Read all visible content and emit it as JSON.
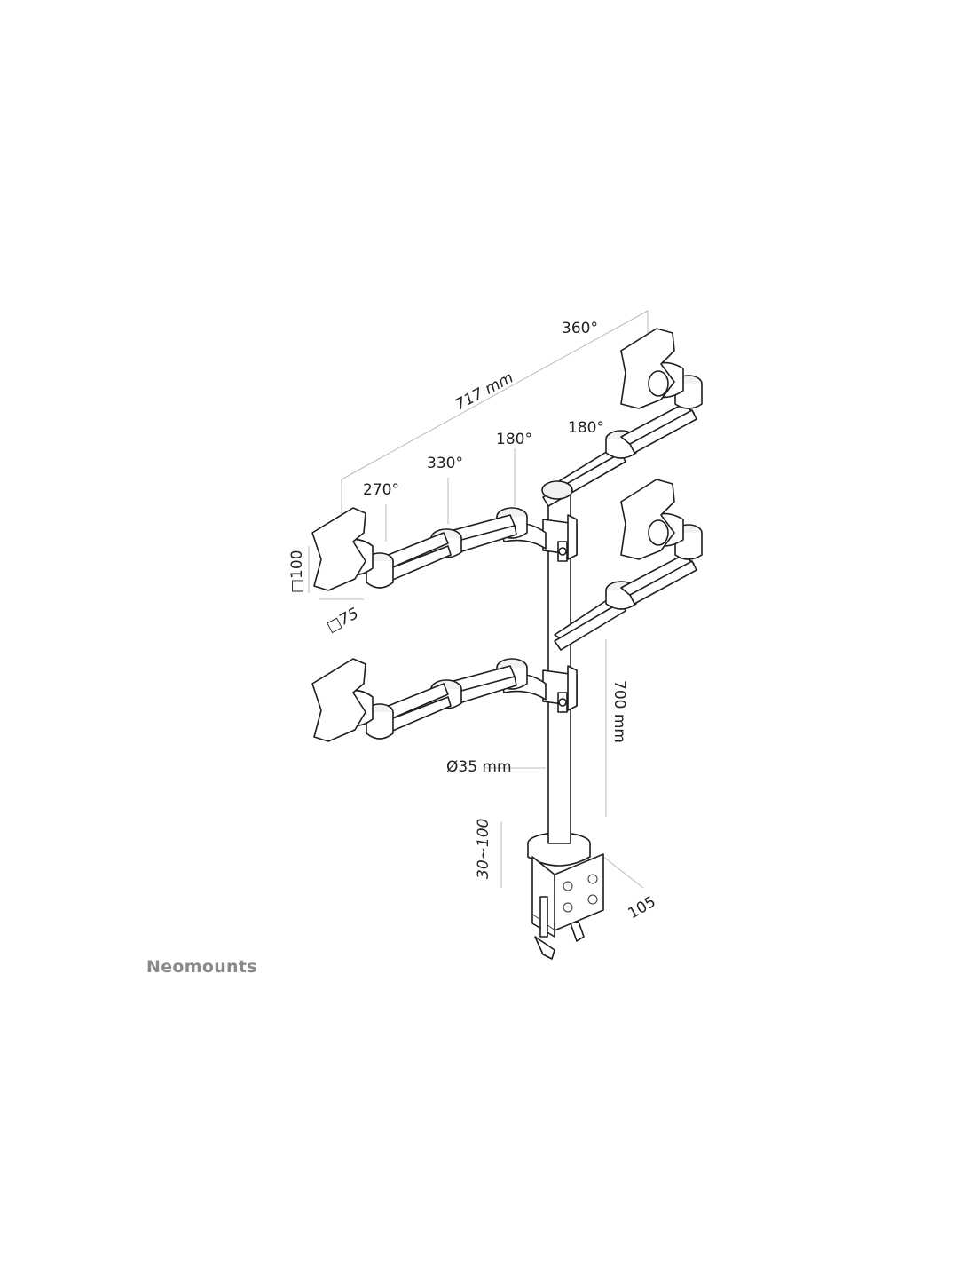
{
  "brand": {
    "name": "Neomounts"
  },
  "labels": {
    "rot_360": "360°",
    "width_717": "717 mm",
    "rot_180_right": "180°",
    "rot_180_mid": "180°",
    "rot_330": "330°",
    "rot_270": "270°",
    "vesa_100": "□100",
    "vesa_75": "□75",
    "height_700": "700 mm",
    "pole_35": "Ø35 mm",
    "desk_30_100": "30~100",
    "clamp_105": "105"
  },
  "colors": {
    "line": "#1e1e1e",
    "brand": "#8a8a8a",
    "guide": "#bbbbbb"
  }
}
